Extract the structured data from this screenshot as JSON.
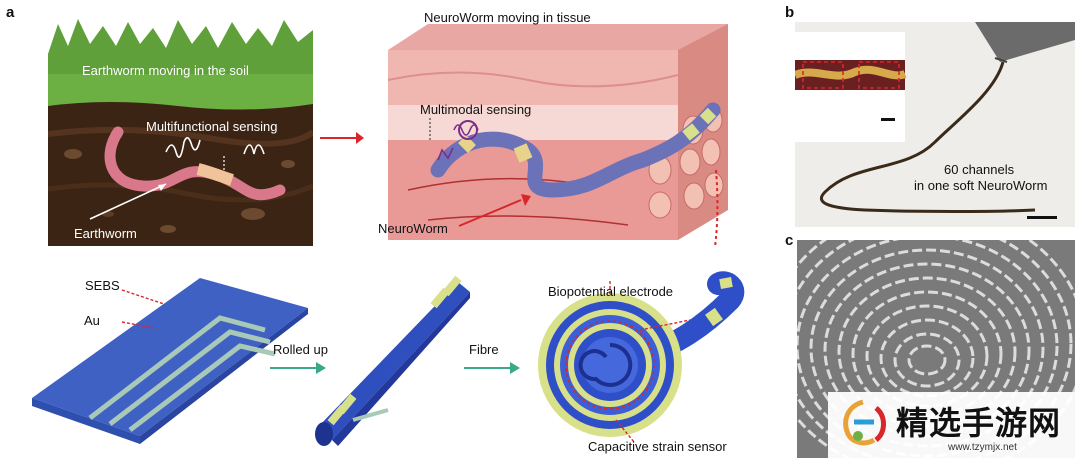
{
  "panels": {
    "a": {
      "letter": "a"
    },
    "b": {
      "letter": "b"
    },
    "c": {
      "letter": "c"
    }
  },
  "earthworm_scene": {
    "title": "Earthworm moving in the soil",
    "sensing_label": "Multifunctional sensing",
    "worm_label": "Earthworm"
  },
  "tissue_scene": {
    "title": "NeuroWorm moving in tissue",
    "sensing_label": "Multimodal sensing",
    "device_label": "NeuroWorm"
  },
  "fabrication": {
    "sebs_label": "SEBS",
    "au_label": "Au",
    "step1_label": "Rolled up",
    "step2_label": "Fibre",
    "electrode_label": "Biopotential electrode",
    "sensor_label": "Capacitive strain sensor"
  },
  "photo_b": {
    "caption_line1": "60 channels",
    "caption_line2": "in one soft NeuroWorm"
  },
  "watermark": {
    "text": "精选手游网",
    "url": "www.tzymjx.net"
  },
  "colors": {
    "soil_dark": "#3b2414",
    "grass": "#5fa03a",
    "worm_pink": "#d9788a",
    "tissue_pink": "#eab0b0",
    "fibre_blue": "#2e4fc8",
    "electrode_yellow": "#d8e08a",
    "arrow_red": "#d8262c",
    "arrow_teal": "#39a98a"
  }
}
